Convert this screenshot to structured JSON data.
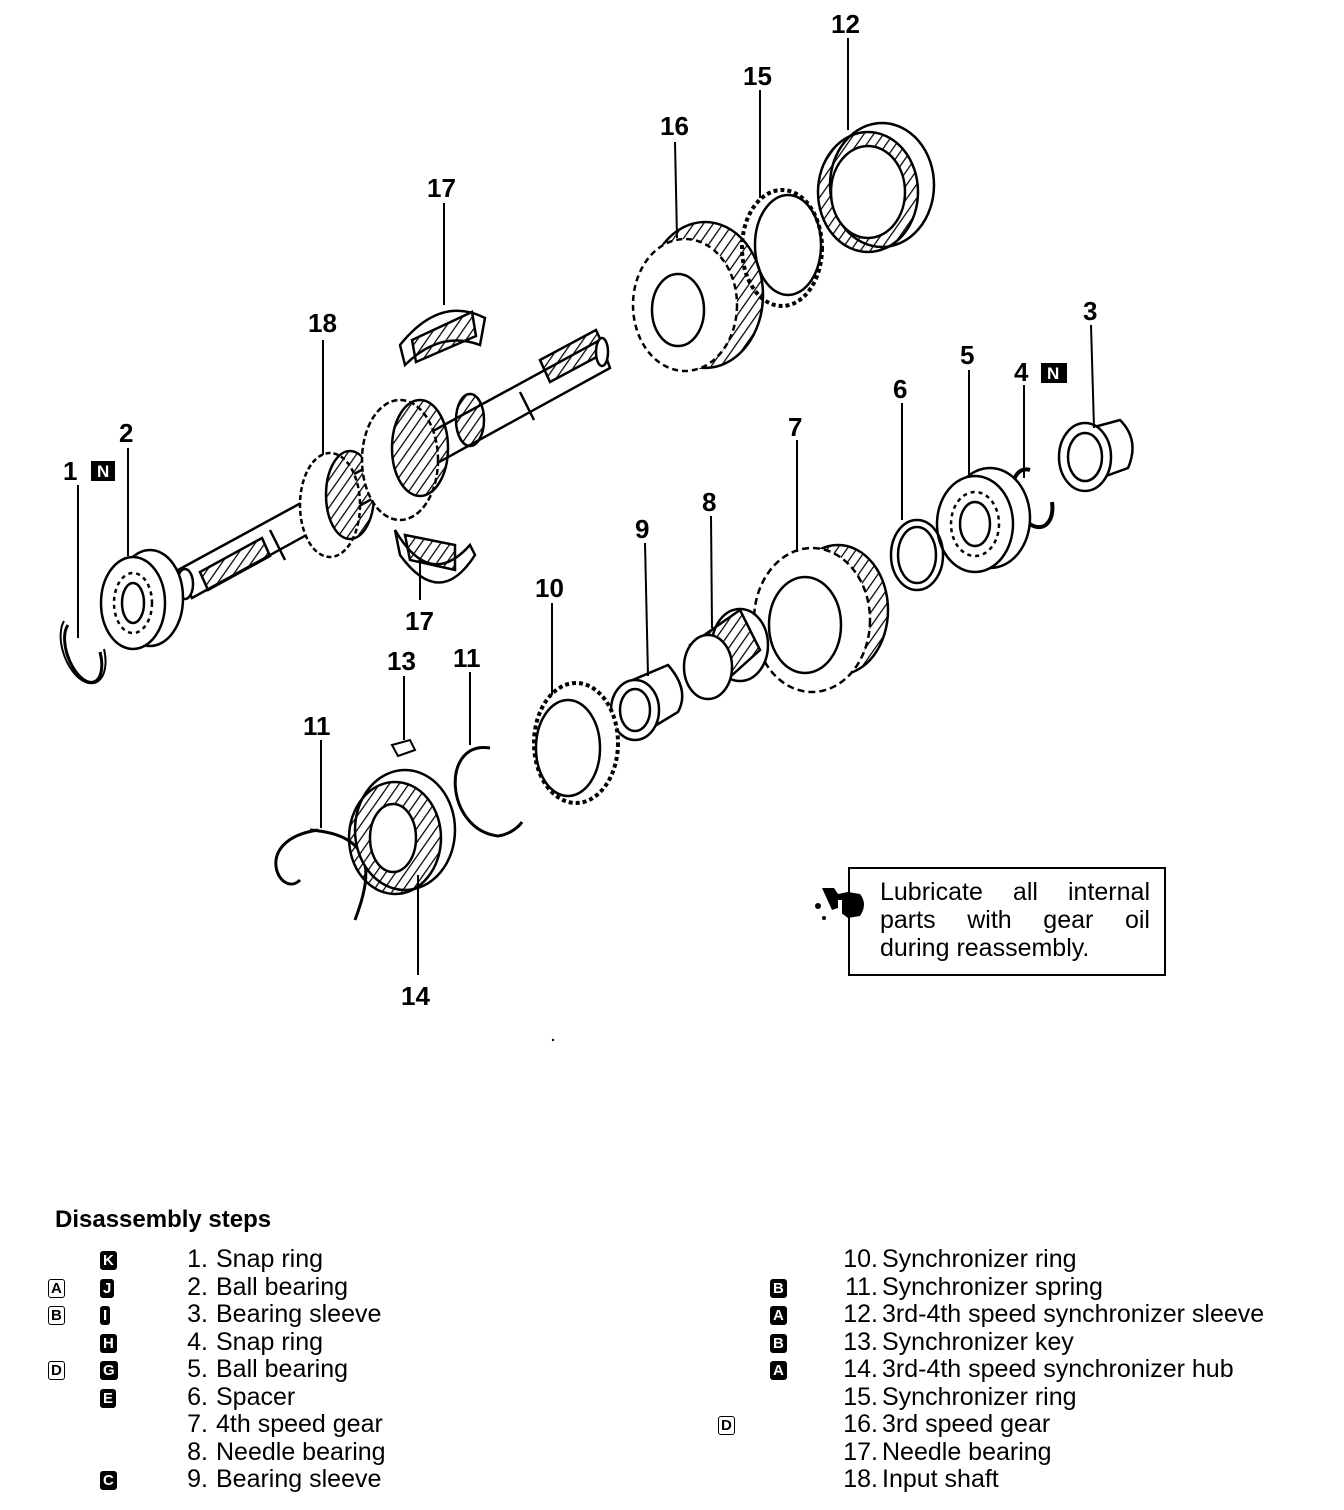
{
  "callouts": {
    "c1": "1",
    "c2": "2",
    "c3": "3",
    "c4": "4",
    "c5": "5",
    "c6": "6",
    "c7": "7",
    "c8": "8",
    "c9": "9",
    "c10": "10",
    "c11a": "11",
    "c11b": "11",
    "c12": "12",
    "c13": "13",
    "c14": "14",
    "c15": "15",
    "c16": "16",
    "c17a": "17",
    "c17b": "17",
    "c18": "18"
  },
  "badges": {
    "n1": "N",
    "n4": "N"
  },
  "note": {
    "text": "Lubricate all internal parts with gear oil during reassembly."
  },
  "steps": {
    "title": "Disassembly steps",
    "left": [
      {
        "mark_a": "",
        "mark_b": "K",
        "num": "1.",
        "label": "Snap ring"
      },
      {
        "mark_a": "A",
        "mark_b": "J",
        "num": "2.",
        "label": "Ball bearing"
      },
      {
        "mark_a": "B",
        "mark_b": "I",
        "num": "3.",
        "label": "Bearing sleeve"
      },
      {
        "mark_a": "",
        "mark_b": "H",
        "num": "4.",
        "label": "Snap ring"
      },
      {
        "mark_a": "D",
        "mark_b": "G",
        "num": "5.",
        "label": "Ball bearing"
      },
      {
        "mark_a": "",
        "mark_b": "E",
        "num": "6.",
        "label": "Spacer"
      },
      {
        "mark_a": "",
        "mark_b": "",
        "num": "7.",
        "label": "4th speed gear"
      },
      {
        "mark_a": "",
        "mark_b": "",
        "num": "8.",
        "label": "Needle bearing"
      },
      {
        "mark_a": "",
        "mark_b": "C",
        "num": "9.",
        "label": "Bearing sleeve"
      }
    ],
    "right": [
      {
        "mark_a": "",
        "mark_b": "",
        "num": "10.",
        "label": "Synchronizer ring"
      },
      {
        "mark_a": "",
        "mark_b": "B",
        "num": "11.",
        "label": "Synchronizer spring"
      },
      {
        "mark_a": "",
        "mark_b": "A",
        "num": "12.",
        "label": "3rd-4th speed synchronizer sleeve"
      },
      {
        "mark_a": "",
        "mark_b": "B",
        "num": "13.",
        "label": "Synchronizer key"
      },
      {
        "mark_a": "",
        "mark_b": "A",
        "num": "14.",
        "label": "3rd-4th speed synchronizer hub"
      },
      {
        "mark_a": "",
        "mark_b": "",
        "num": "15.",
        "label": "Synchronizer ring"
      },
      {
        "mark_a": "D",
        "mark_b": "",
        "num": "16.",
        "label": "3rd speed gear"
      },
      {
        "mark_a": "",
        "mark_b": "",
        "num": "17.",
        "label": "Needle bearing"
      },
      {
        "mark_a": "",
        "mark_b": "",
        "num": "18.",
        "label": "Input shaft"
      }
    ]
  },
  "icons": {
    "lube": "oil-can-icon"
  }
}
